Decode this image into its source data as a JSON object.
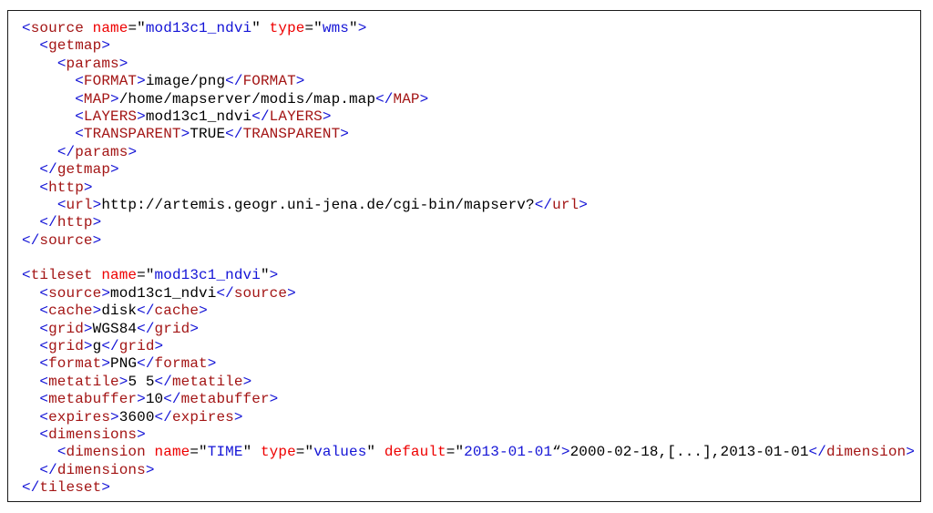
{
  "colors": {
    "bracket": "#1414d6",
    "tag": "#a31515",
    "attribute": "#ee0000",
    "value": "#1414d6",
    "text": "#000000",
    "border": "#1a1a1a"
  },
  "source": {
    "tag": "source",
    "attrs": {
      "name_key": "name",
      "name_val": "mod13c1_ndvi",
      "type_key": "type",
      "type_val": "wms"
    },
    "getmap": {
      "tag": "getmap",
      "params": {
        "tag": "params",
        "items": [
          {
            "tag": "FORMAT",
            "value": "image/png"
          },
          {
            "tag": "MAP",
            "value": "/home/mapserver/modis/map.map"
          },
          {
            "tag": "LAYERS",
            "value": "mod13c1_ndvi"
          },
          {
            "tag": "TRANSPARENT",
            "value": "TRUE"
          }
        ]
      }
    },
    "http": {
      "tag": "http",
      "url": {
        "tag": "url",
        "value": "http://artemis.geogr.uni-jena.de/cgi-bin/mapserv?"
      }
    }
  },
  "tileset": {
    "tag": "tileset",
    "attrs": {
      "name_key": "name",
      "name_val": "mod13c1_ndvi"
    },
    "items": [
      {
        "tag": "source",
        "value": "mod13c1_ndvi"
      },
      {
        "tag": "cache",
        "value": "disk"
      },
      {
        "tag": "grid",
        "value": "WGS84"
      },
      {
        "tag": "grid",
        "value": "g"
      },
      {
        "tag": "format",
        "value": "PNG"
      },
      {
        "tag": "metatile",
        "value": "5 5"
      },
      {
        "tag": "metabuffer",
        "value": "10"
      },
      {
        "tag": "expires",
        "value": "3600"
      }
    ],
    "dimensions": {
      "tag": "dimensions",
      "dimension": {
        "tag": "dimension",
        "name_key": "name",
        "name_val": "TIME",
        "type_key": "type",
        "type_val": "values",
        "default_key": "default",
        "default_val": "2013-01-01",
        "value": "2000-02-18,[...],2013-01-01"
      }
    }
  }
}
